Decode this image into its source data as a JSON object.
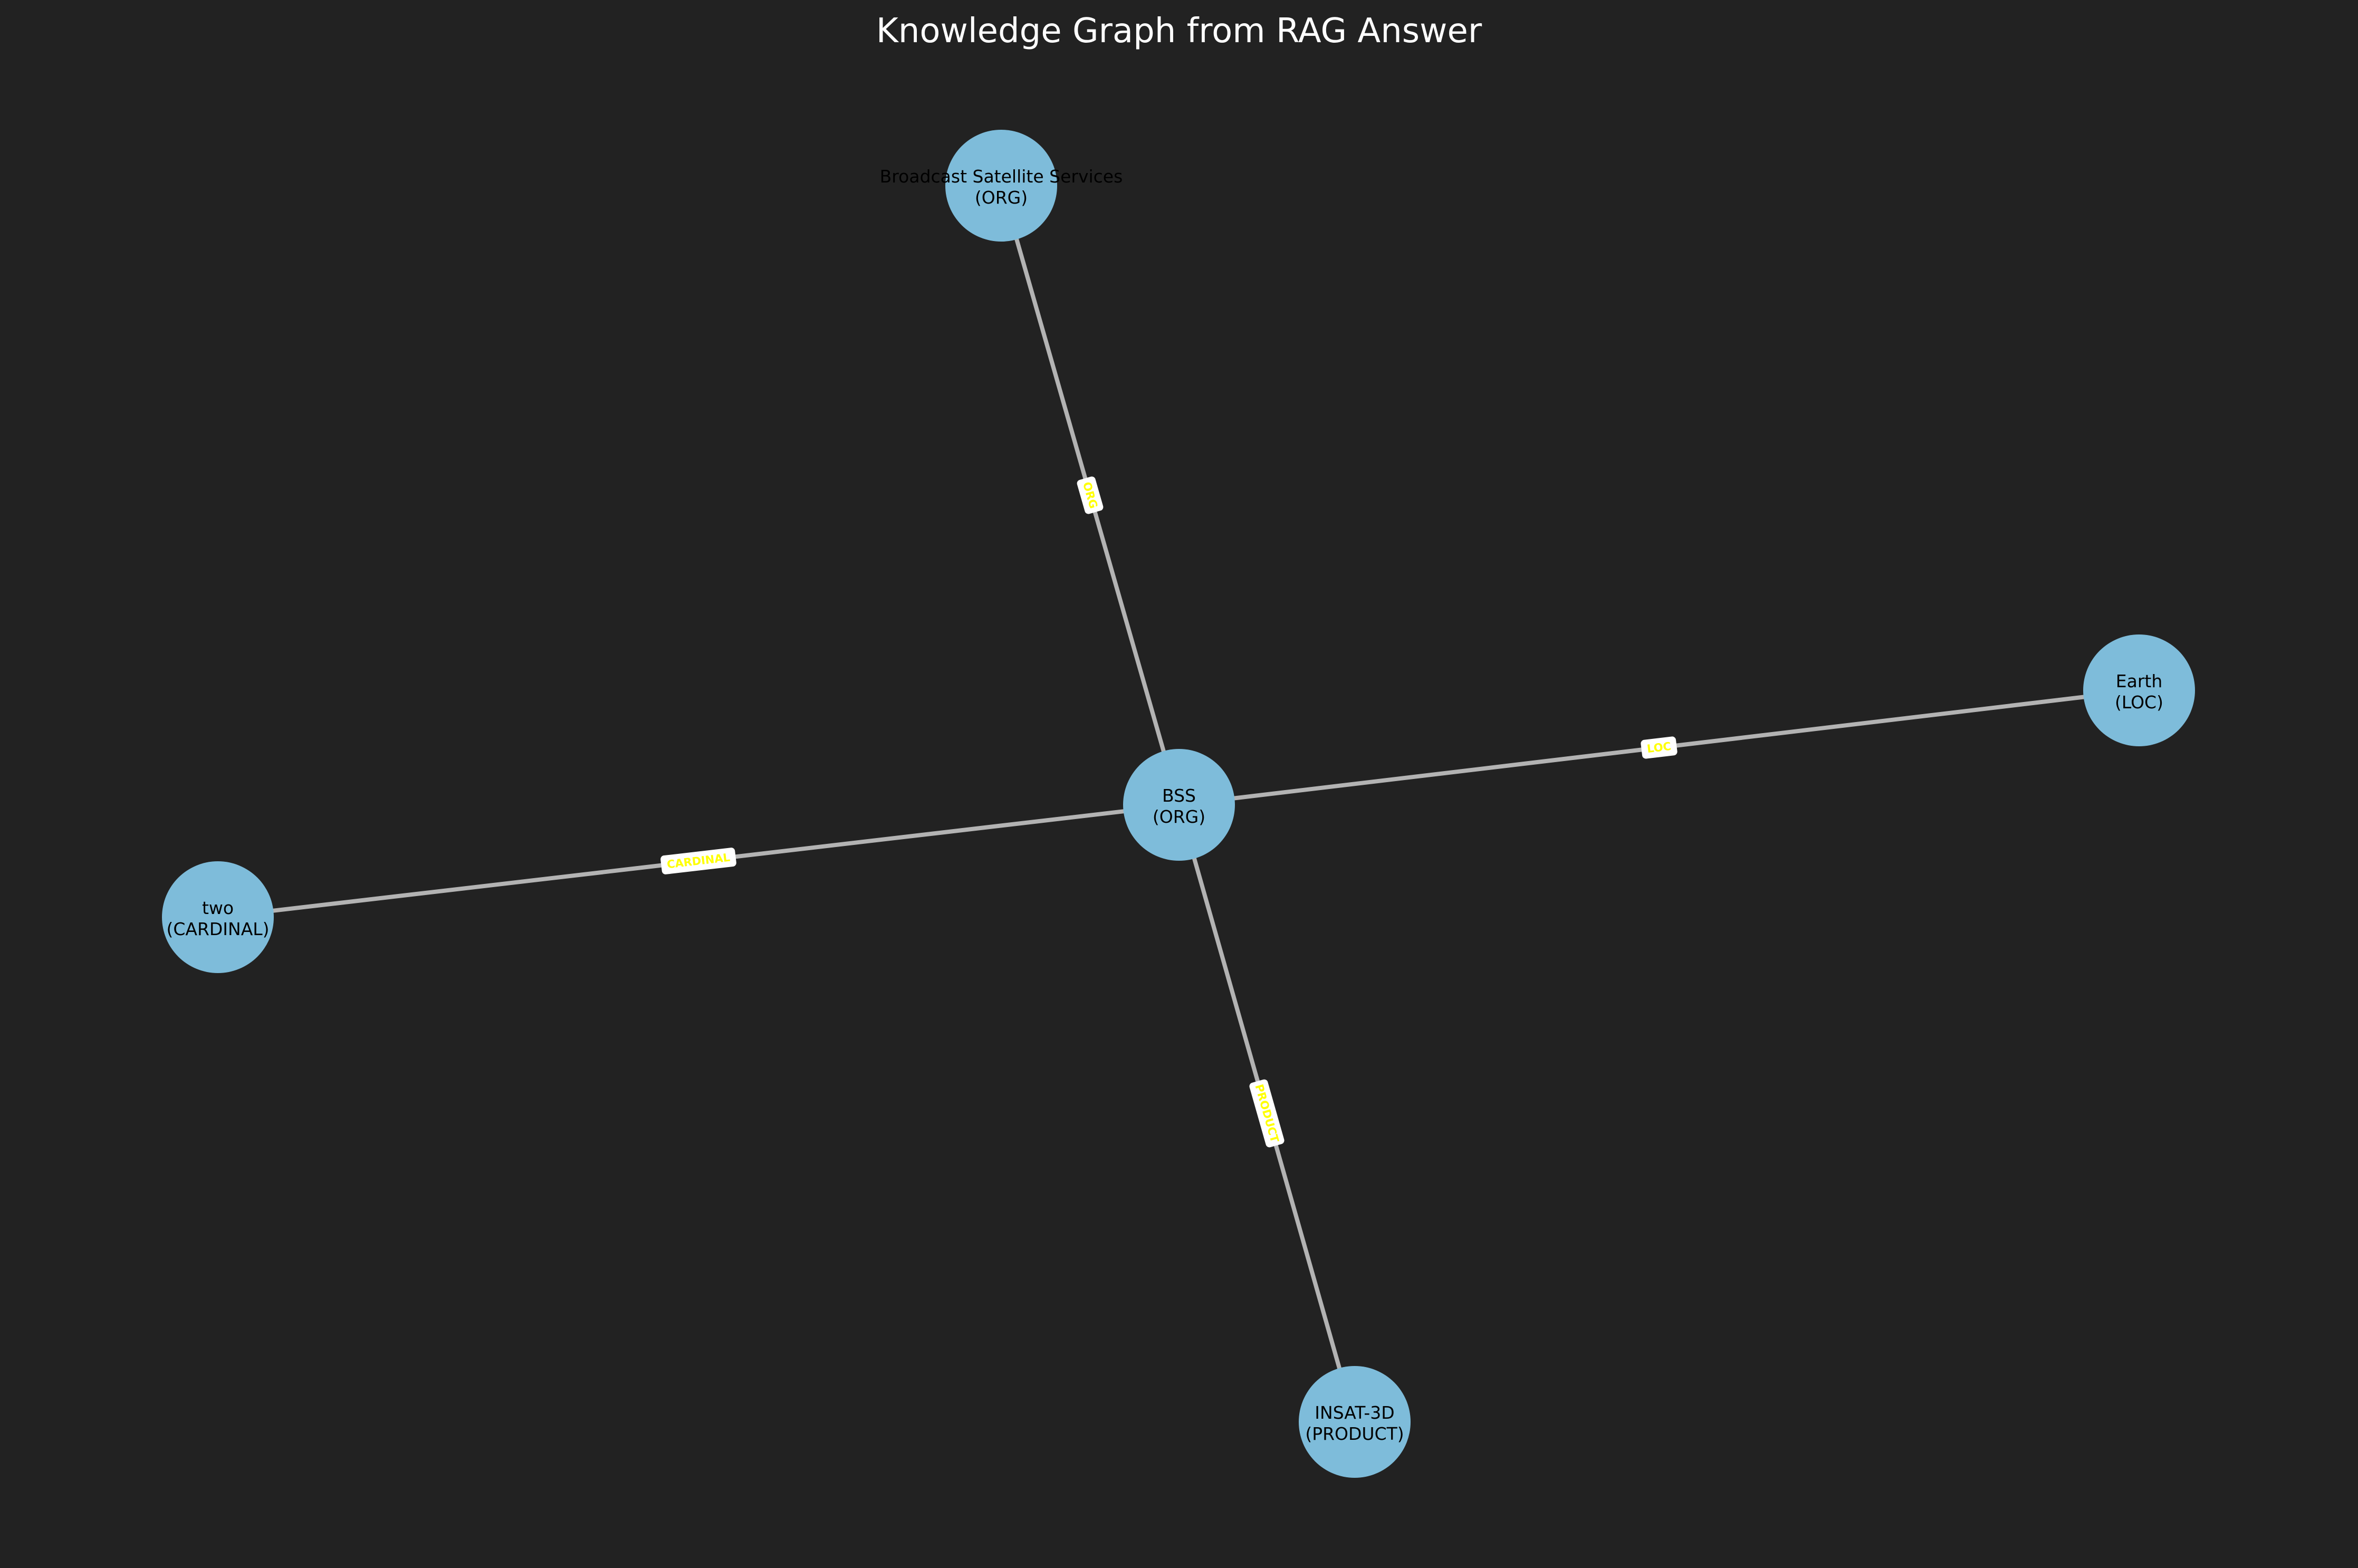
{
  "diagram": {
    "title": "Knowledge Graph from RAG Answer",
    "background_color": "#222222",
    "node_color": "#7ebcda",
    "edge_color": "#b3b3b3",
    "edge_label_text_color": "#ffff00",
    "edge_label_box_color": "#ffffff",
    "center_node": "bss",
    "nodes": [
      {
        "id": "bss",
        "name": "BSS",
        "type": "(ORG)"
      },
      {
        "id": "broadcast",
        "name": "Broadcast Satellite Services",
        "type": "(ORG)"
      },
      {
        "id": "earth",
        "name": "Earth",
        "type": "(LOC)"
      },
      {
        "id": "two",
        "name": "two",
        "type": "(CARDINAL)"
      },
      {
        "id": "insat",
        "name": "INSAT-3D",
        "type": "(PRODUCT)"
      }
    ],
    "edges": [
      {
        "source": "bss",
        "target": "broadcast",
        "label": "ORG"
      },
      {
        "source": "bss",
        "target": "earth",
        "label": "LOC"
      },
      {
        "source": "bss",
        "target": "two",
        "label": "CARDINAL"
      },
      {
        "source": "bss",
        "target": "insat",
        "label": "PRODUCT"
      }
    ]
  }
}
